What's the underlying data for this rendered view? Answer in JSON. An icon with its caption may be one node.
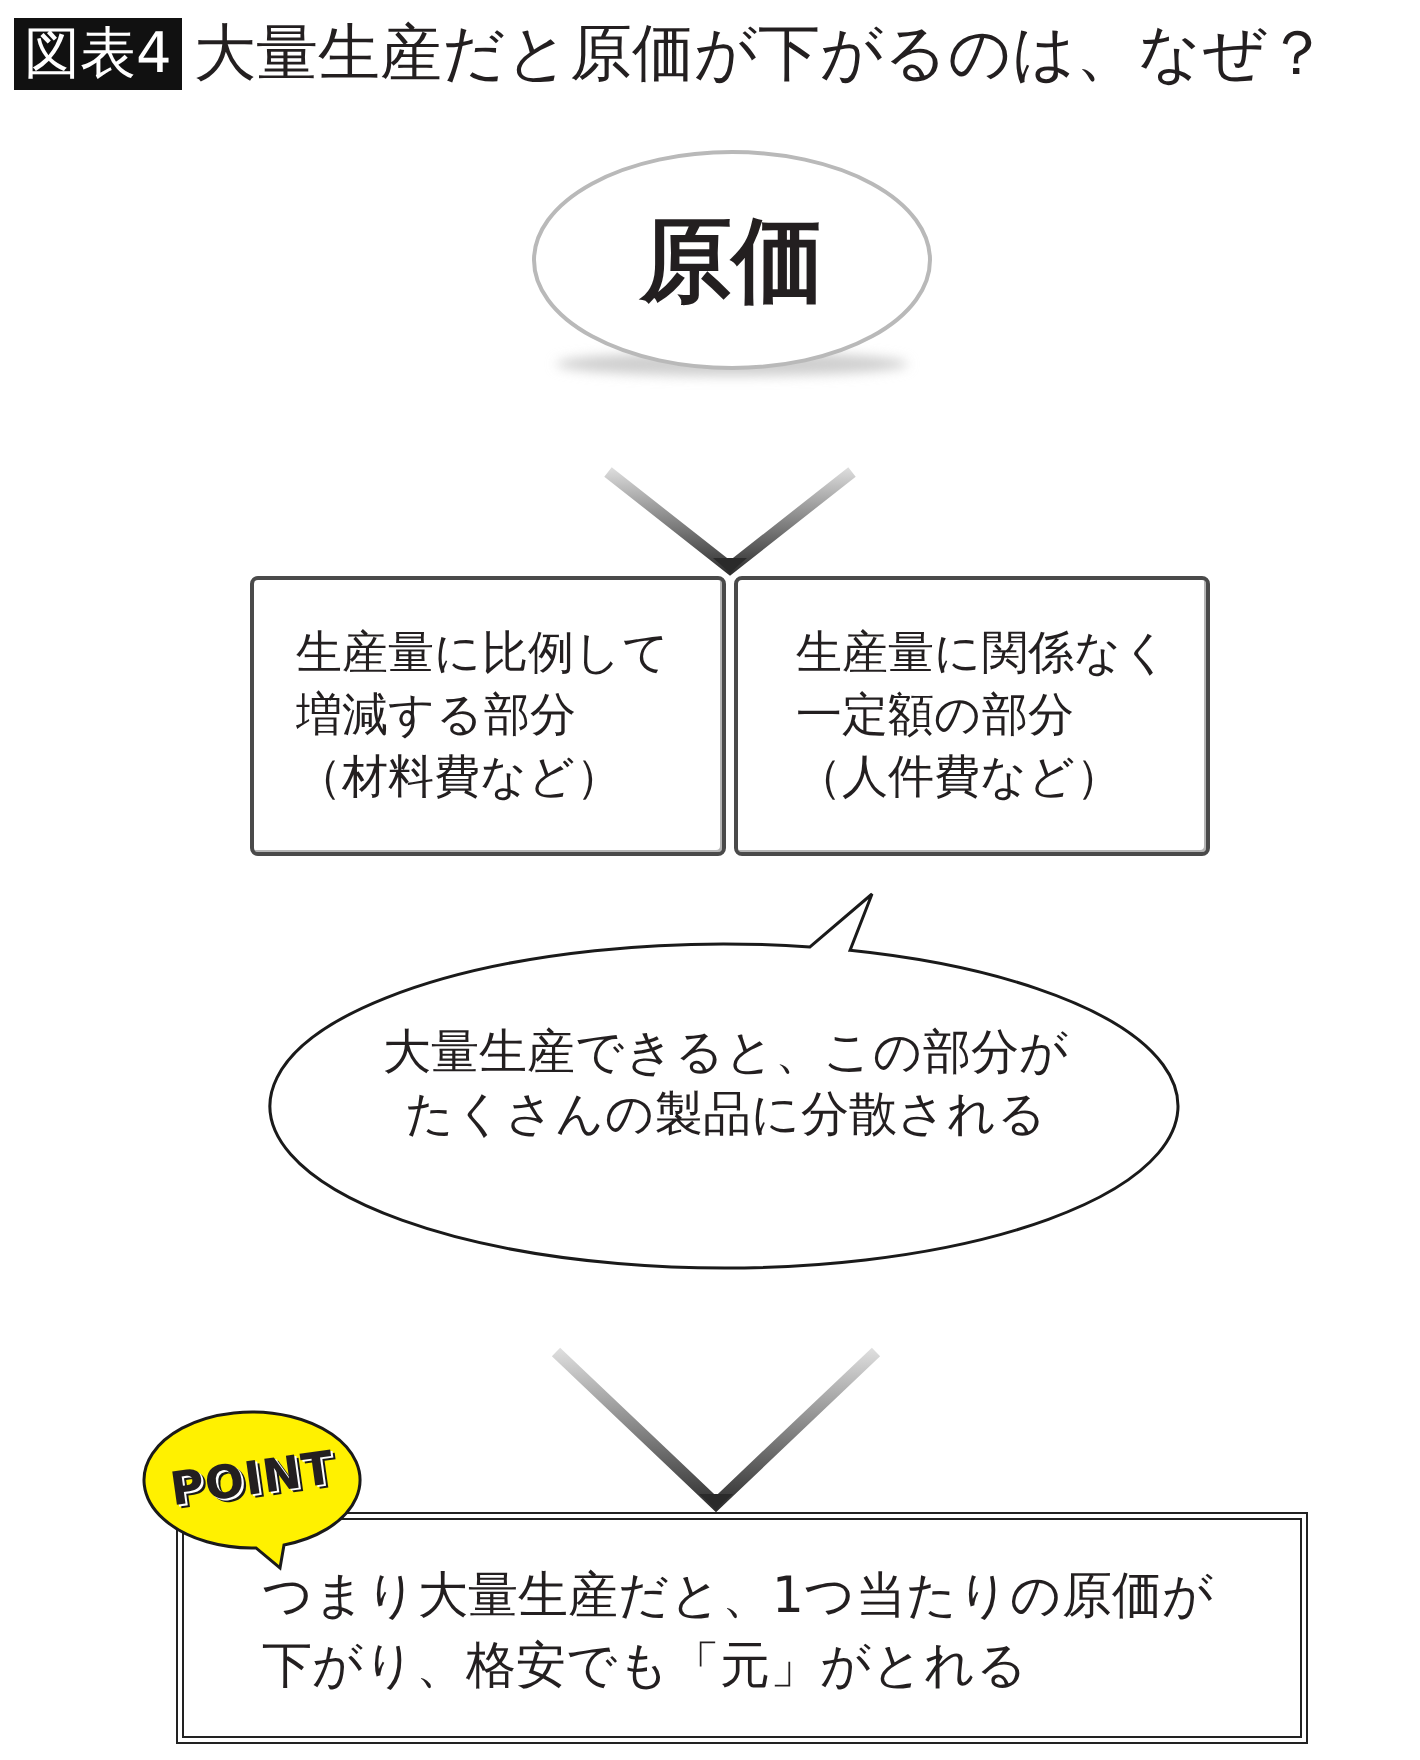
{
  "diagram": {
    "title": "大量生産だと原価が下がるのは、なぜ？",
    "nodes": [
      {
        "text": [
          "原価"
        ]
      },
      {
        "text": [
          "生産量に比例して増減する部分（材料費など）"
        ]
      },
      {
        "text": [
          "生産量に関係なく一定額の部分（人件費など）"
        ]
      },
      {
        "text": [
          "大量生産できると、この部分がたくさんの製品に分散される"
        ]
      },
      {
        "text": [
          "POINT"
        ]
      },
      {
        "text": [
          "つまり大量生産だと、1つ当たりの原価が下がり、格安でも「元」がとれる"
        ]
      }
    ],
    "edges": [
      {
        "from": 0,
        "to": 1,
        "arrow": "to"
      },
      {
        "from": 0,
        "to": 2,
        "arrow": "to"
      },
      {
        "from": 3,
        "to": 5,
        "arrow": "to"
      }
    ],
    "labels": [
      "図表4"
    ]
  }
}
